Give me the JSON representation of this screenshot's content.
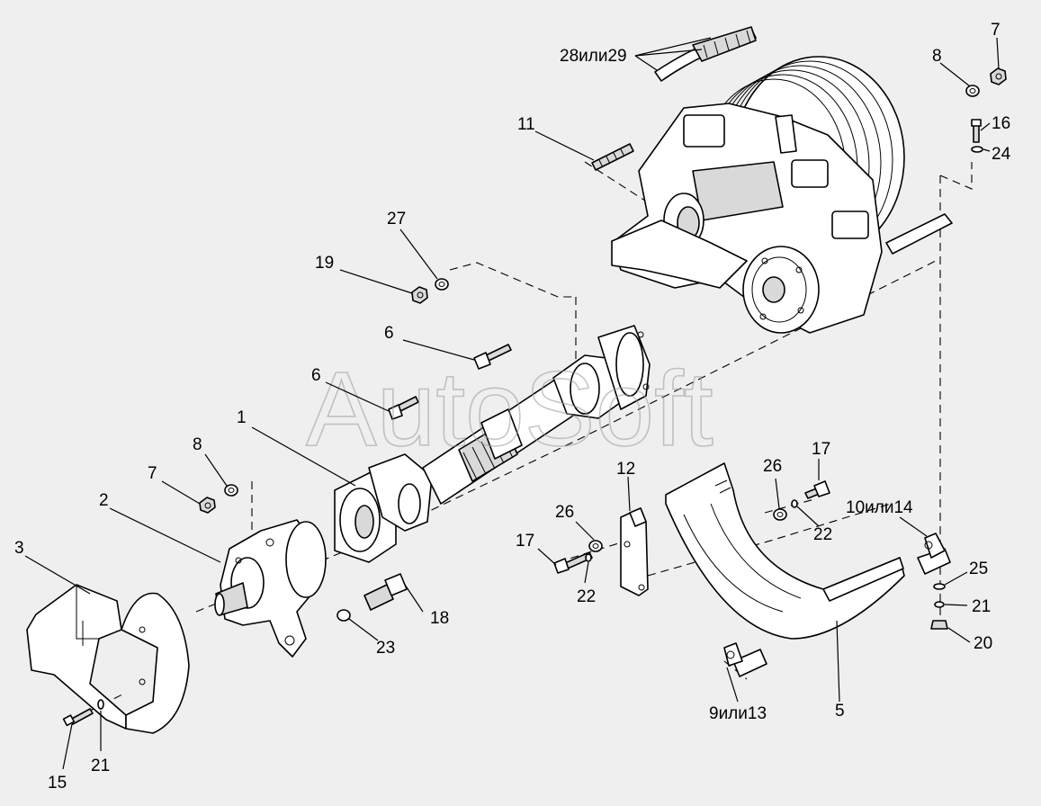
{
  "watermark": "AutoSoft",
  "callouts": {
    "c1": "1",
    "c2": "2",
    "c3": "3",
    "c5": "5",
    "c6a": "6",
    "c6b": "6",
    "c7a": "7",
    "c7b": "7",
    "c8a": "8",
    "c8b": "8",
    "c9_13": "9или13",
    "c10_14": "10или14",
    "c11": "11",
    "c12": "12",
    "c15": "15",
    "c16": "16",
    "c17a": "17",
    "c17b": "17",
    "c18": "18",
    "c19": "19",
    "c20": "20",
    "c21a": "21",
    "c21b": "21",
    "c22a": "22",
    "c22b": "22",
    "c23": "23",
    "c24": "24",
    "c25": "25",
    "c26a": "26",
    "c26b": "26",
    "c27": "27",
    "c28_29": "28или29"
  }
}
